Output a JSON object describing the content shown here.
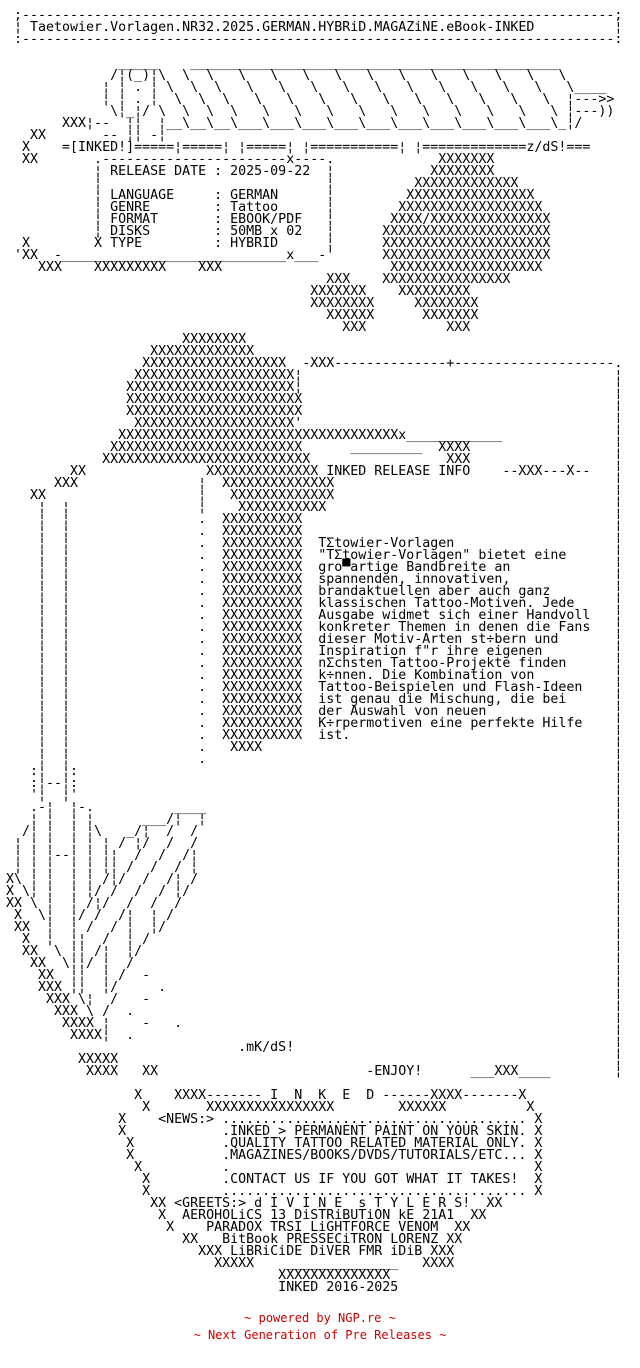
{
  "page": {
    "background": "#ffffff",
    "text_color": "#000000",
    "accent_red": "#cc0000"
  },
  "nfo": {
    "title": "Taetowier.Vorlagen.NR32.2025.GERMAN.HYBRiD.MAGAZiNE.eBook-INKED",
    "release": {
      "header": "INKED RELEASE INFO",
      "release_date": "2025-09-22",
      "language": "GERMAN",
      "genre": "Tattoo",
      "format": "EBOOK/PDF",
      "disks": "50MB x 02",
      "type": "HYBRID"
    },
    "description": [
      "TΣtowier-Vorlagen",
      "\"TΣtowier-Vorlagen\" bietet eine",
      "gro▀artige Bandbreite an",
      "spannenden, innovativen,",
      "brandaktuellen aber auch ganz",
      "klassischen Tattoo-Motiven. Jede",
      "Ausgabe widmet sich einer Handvoll",
      "konkreter Themen in denen die Fans",
      "dieser Motiv-Arten st÷bern und",
      "Inspiration f\"r ihre eigenen",
      "nΣchsten Tattoo-Projekte finden",
      "k÷nnen. Die Kombination von",
      "Tattoo-Beispielen und Flash-Ideen",
      "ist genau die Mischung, die bei",
      "der Auswahl von neuen",
      "K÷rpermotiven eine perfekte Hilfe",
      "ist."
    ],
    "news": {
      "label": "<NEWS:>",
      "items": [
        "INKED > PERMANENT PAINT ON YOUR SKIN.",
        "QUALITY TATTOO RELATED MATERIAL ONLY.",
        "MAGAZINES/BOOKS/DVDS/TUTORIALS/ETC...",
        "CONTACT US IF YOU GOT WHAT IT TAKES!"
      ]
    },
    "greets": {
      "label": "<GREETS:>",
      "headline": "d I V I N E  s T Y L E R S!",
      "groups": [
        "AEROHOLiCS",
        "13",
        "DiSTRiBUTiON",
        "kE",
        "21A1",
        "PARADOX",
        "TRSI",
        "LiGHTFORCE",
        "VENOM",
        "BitBook",
        "PRESSECiTRON",
        "LORENZ",
        "LiBRiCiDE",
        "DiVER",
        "FMR",
        "iDiB"
      ]
    },
    "banner": "I N K E D",
    "enjoy": "-ENJOY!",
    "signature": "INKED 2016-2025",
    "ascii_artist_sigs": [
      "z/dS!",
      ".mK/dS!"
    ],
    "border_char": "¦",
    "border_col": 76,
    "lines": [
      " ;--------------------------------------------------------------------------;",
      " ¦ Taetowier.Vorlagen.NR32.2025.GERMAN.HYBRiD.MAGAZiNE.eBook-INKED          ¦",
      " :--------------------------------------------------------------------------:",
      "",
      "              _____    ______________________________________________",
      "             /¦(_)¦\\  \\  \\   \\   \\   \\   \\   \\   \\   \\   \\   \\   \\   \\",
      "            ¦ ¦ . ¦ \\  \\  \\   \\   \\   \\   \\   \\   \\   \\   \\   \\   \\   \\____",
      "            ¦ ¦ . ¦  \\  \\  \\   \\   \\   \\   \\   \\   \\   \\   \\   \\   \\  ¦--->>",
      "             \\¦_¦/ \\  \\  \\  \\   \\   \\   \\   \\   \\   \\   \\   \\   \\   \\ ¦---))",
      "       XXX¦--  ¦¦  ¦__\\__\\__\\___\\___\\___\\___\\___\\___\\___\\___\\___\\___\\_¦/",
      "   XX       -- ¦¦ -¦",
      "  X    =[INKED!]=====¦=====¦ ¦=====¦ ¦===========¦ ¦=============z/dS!===",
      "  XX       .-----------------------x----.             XXXXXXX",
      "           ¦ RELEASE DATE : 2025-09-22  ¦            XXXXXXXX",
      "           ¦                            ¦          XXXXXXXXXXXXX",
      "           ¦ LANGUAGE     : GERMAN      ¦         XXXXXXXXXXXXXXXX",
      "           ¦ GENRE        : Tattoo      ¦        XXXXXXXXXXXXXXXXXX",
      "           ¦ FORMAT       : EBOOK/PDF   ¦       XXXX/XXXXXXXXXXXXXXX",
      "           ¦ DISKS        : 50MB x 02   ¦      XXXXXXXXXXXXXXXXXXXXX",
      "  X        X TYPE         : HYBRID      ¦      XXXXXXXXXXXXXXXXXXXXX",
      " 'XX  -____________________________x___-'      XXXXXXXXXXXXXXXXXXXXX",
      "    XXX    XXXXXXXXX    XXX                     XXXXXXXXXXXXXXXXXXX",
      "                                        XXX    XXXXXXXXXXXXXXXX",
      "                                      XXXXXXX    XXXXXXXXX",
      "                                      XXXXXXXX     XXXXXXXX",
      "                                        XXXXXX      XXXXXXX",
      "                                          XXX          XXX",
      "                      XXXXXXXX",
      "                  XXXXXXXXXXXXX",
      "                 XXXXXXXXXXXXXXXXXX  -XXX--------------+--------------------.",
      "                XXXXXXXXXXXXXXXXXXXX¦\t",
      "               XXXXXXXXXXXXXXXXXXXXX¦\t",
      "               XXXXXXXXXXXXXXXXXXXXXX\t",
      "               XXXXXXXXXXXXXXXXXXXXXX\t",
      "                XXXXXXXXXXXXXXXXXXXX'\t",
      "              XXXXXXXXXXXXXXXXXXXXXXXXXXXXXXXXXXXx____________\t",
      "             XXXXXXXXXXXXXXXXXXXXXXXX      _________  XXXX\t",
      "            XXXXXXXXXXXXXXXXXXXXXXXXXX                 XXX\t",
      "        XX               XXXXXXXXXXXXXX INKED RELEASE INFO    --XXX---X--\t",
      "      XXX               ¦  XXXXXXXXXXXXXX\t",
      "   XX                   ¦   XXXXXXXXXXXXX\t",
      "    ¦  ¦                ¦    XXXXXXXXXXX\t",
      "    ¦  ¦                .  XXXXXXXXXX\t",
      "    ¦  ¦                .  XXXXXXXXXX\t",
      "    ¦  ¦                .  XXXXXXXXXX  TΣtowier-Vorlagen\t",
      "    ¦  ¦                .  XXXXXXXXXX  \"TΣtowier-Vorlagen\" bietet eine\t",
      "    ¦  ¦                .  XXXXXXXXXX  gro▀artige Bandbreite an\t",
      "    ¦  ¦                .  XXXXXXXXXX  spannenden, innovativen,\t",
      "    ¦  ¦                .  XXXXXXXXXX  brandaktuellen aber auch ganz\t",
      "    ¦  ¦                .  XXXXXXXXXX  klassischen Tattoo-Motiven. Jede\t",
      "    ¦  ¦                .  XXXXXXXXXX  Ausgabe widmet sich einer Handvoll\t",
      "    ¦  ¦                .  XXXXXXXXXX  konkreter Themen in denen die Fans\t",
      "    ¦  ¦                .  XXXXXXXXXX  dieser Motiv-Arten st÷bern und\t",
      "    ¦  ¦                .  XXXXXXXXXX  Inspiration f\"r ihre eigenen\t",
      "    ¦  ¦                .  XXXXXXXXXX  nΣchsten Tattoo-Projekte finden\t",
      "    ¦  ¦                .  XXXXXXXXXX  k÷nnen. Die Kombination von\t",
      "    ¦  ¦                .  XXXXXXXXXX  Tattoo-Beispielen und Flash-Ideen\t",
      "    ¦  ¦                .  XXXXXXXXXX  ist genau die Mischung, die bei\t",
      "    ¦  ¦                .  XXXXXXXXXX  der Auswahl von neuen\t",
      "    ¦  ¦                .  XXXXXXXXXX  K÷rpermotiven eine perfekte Hilfe\t",
      "    ¦  ¦                .  XXXXXXXXXX  ist.\t",
      "    ¦  ¦                .   XXXX\t",
      "    ¦  ¦                .\t",
      "   :¦  ¦:\t",
      "   :¦--¦:\t",
      "   '¦  ¦'\t",
      "   .-¦  ¦-.          ____\t",
      "   ¦ ¦  ¦ ¦      ___/¦  ¦\t",
      "  /¦ ¦  ¦ ¦\\   _/¦  /  /\t",
      " ¦ ¦ ¦  ¦ ¦ ¦ / ¦/  /  /\t",
      " ¦ ¦ ¦--¦ ¦ ¦¦  /  /  /¦\t",
      " ¦ ¦ ¦  ¦ ¦ ¦¦ /  /  / ¦\t",
      "X\\ ¦ ¦  ¦ ¦ /¦/  /  /¦ /\t",
      "X \\¦ ¦  ¦ ¦/ /  /  / ¦/\t",
      "XX \\ ¦  ¦ /¦/  /  /  /\t",
      " X  \\¦  ¦/ /  /¦  ¦ /\t",
      " XX  ¦  ¦ /  / ¦  ¦/\t",
      "  X  ¦  ¦¦  /  ¦ /\t",
      "  XX  \\ ¦¦ /¦  ¦/\t",
      "   XX  \\¦¦/ ¦  /\t",
      "    XX  ¦¦  ¦ /  -\t",
      "    XXX ¦¦  ¦/     .\t",
      "     XXX \\¦  /   -\t",
      "      XXX \\ /  .\t",
      "       XXXX ¦    -   .\t",
      "        XXXX¦  .\t",
      "                             .mK/dS!\t",
      "         XXXXX\t",
      "          XXXX   XX                          -ENJOY!      ___XXX____\t",
      "",
      "                X    XXXX------- I  N  K  E  D ------XXXX-------X",
      "                 X       XXXXXXXXXXXXXXXX        XXXXXX          X",
      "              X    <NEWS:> ...................................... X",
      "              X            .INKED > PERMANENT PAINT ON YOUR SKIN. X",
      "               X           .QUALITY TATTOO RELATED MATERIAL ONLY. X",
      "               X           .MAGAZINES/BOOKS/DVDS/TUTORIALS/ETC... X",
      "                X          .                                      X",
      "                 X         .CONTACT US IF YOU GOT WHAT IT TAKES!  X",
      "                 X         ...................................... X",
      "                  XX <GREETS:> d I V I N E  s T Y L E R S!  XX",
      "                   X  AEROHOLiCS 13 DiSTRiBUTiON kE 21A1  XX",
      "                    X    PARADOX TRSI LiGHTFORCE VENOM  XX",
      "                      XX   BitBook PRESSECiTRON LORENZ XX",
      "                        XXX LiBRiCiDE DiVER FMR iDiB XXX",
      "                          XXXXX    ______________   XXXX",
      "                                  XXXXXXXXXXXXXX",
      "                                  INKED 2016-2025"
    ]
  },
  "footer": {
    "powered_by": "~ powered by NGP.re ~",
    "tagline": "~ Next Generation of Pre Releases ~"
  }
}
